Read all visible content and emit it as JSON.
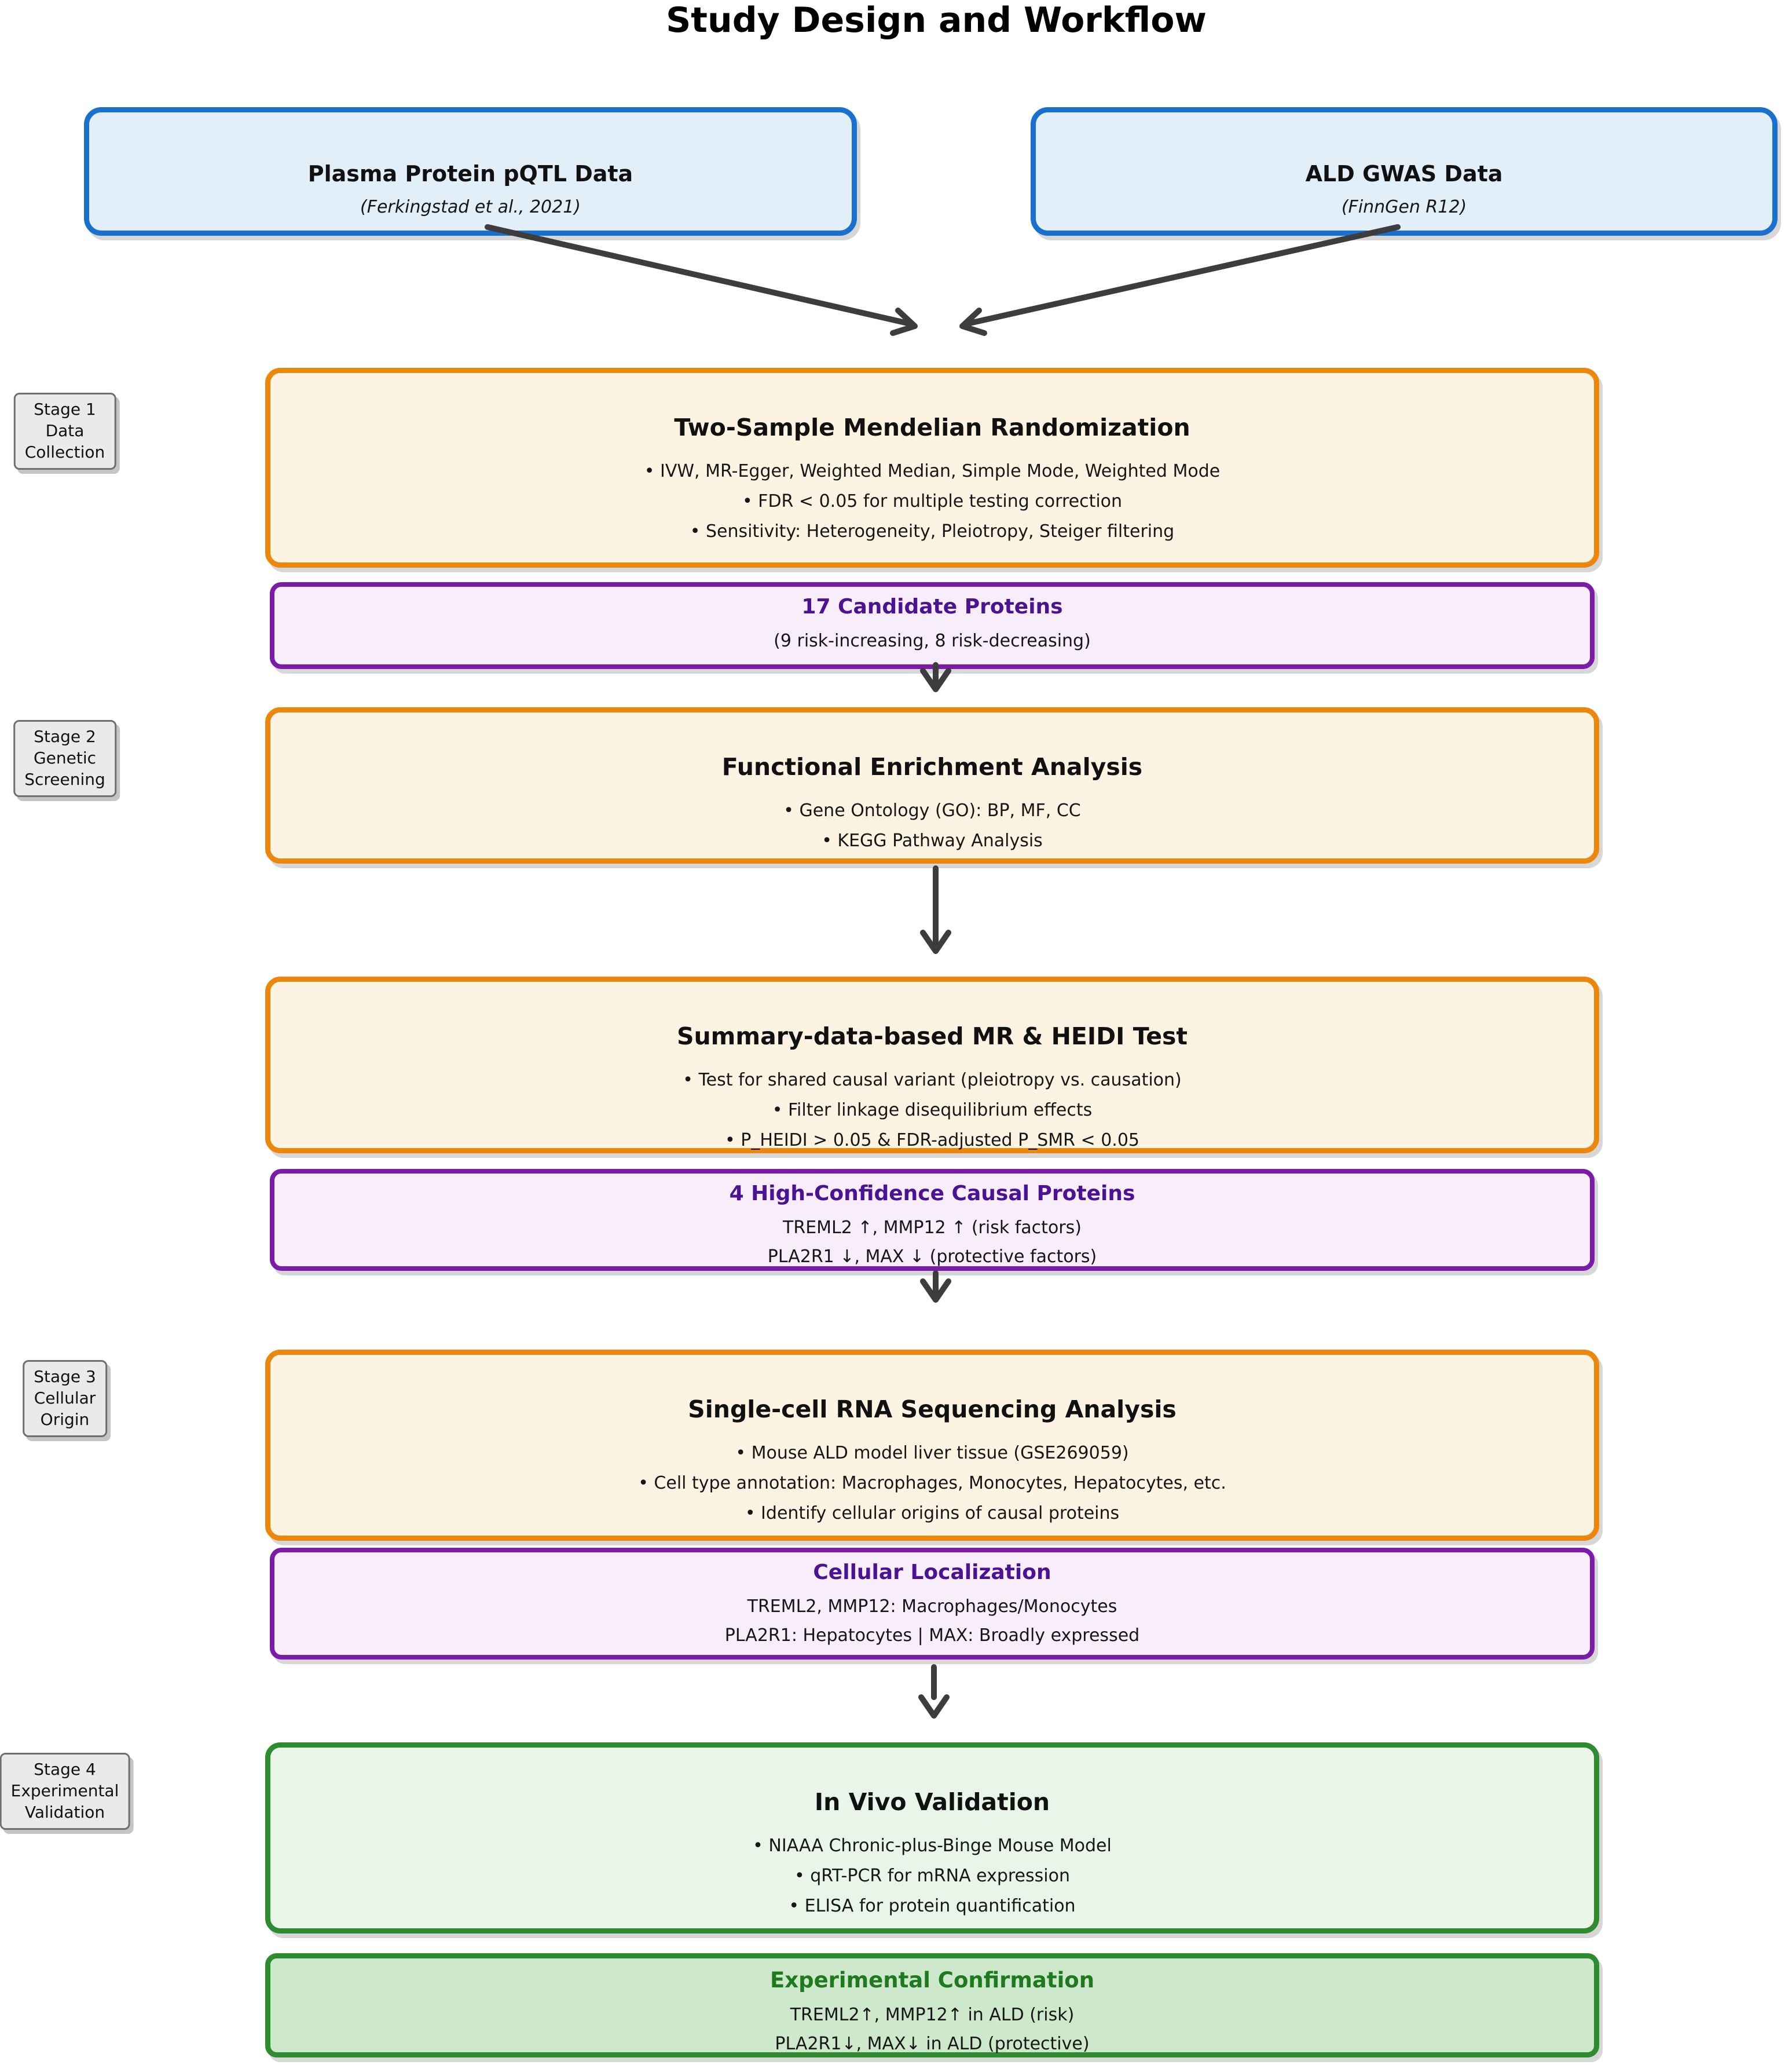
{
  "title": "Study Design and Workflow",
  "palette": {
    "blue_border": "#1a70cf",
    "blue_fill": "#e3eff8",
    "orange_border": "#ec870e",
    "orange_fill": "#fdf3e2",
    "purple_border": "#7a1ca8",
    "purple_fill": "#f7edfb",
    "purple_heading": "#4c1294",
    "green_border": "#2f8b30",
    "green_fill_light": "#e9f5e8",
    "green_fill_dark": "#cee8cb",
    "green_heading": "#1f7a1f",
    "stage_fill": "#eaeaea",
    "stage_border": "#6f6f6f",
    "arrow": "#3d3d3d",
    "text": "#141414"
  },
  "sources": {
    "pqtl": {
      "title": "Plasma Protein pQTL Data",
      "subtitle": "(Ferkingstad et al., 2021)"
    },
    "gwas": {
      "title": "ALD GWAS Data",
      "subtitle": "(FinnGen R12)"
    }
  },
  "stages": [
    {
      "lines": [
        "Stage 1",
        "Data",
        "Collection"
      ]
    },
    {
      "lines": [
        "Stage 2",
        "Genetic",
        "Screening"
      ]
    },
    {
      "lines": [
        "Stage 3",
        "Cellular",
        "Origin"
      ]
    },
    {
      "lines": [
        "Stage 4",
        "Experimental",
        "Validation"
      ]
    }
  ],
  "process": {
    "mr": {
      "title": "Two-Sample Mendelian Randomization",
      "bullets": [
        "• IVW, MR-Egger, Weighted Median, Simple Mode, Weighted Mode",
        "• FDR < 0.05 for multiple testing correction",
        "• Sensitivity: Heterogeneity, Pleiotropy, Steiger filtering"
      ]
    },
    "enrichment": {
      "title": "Functional Enrichment Analysis",
      "bullets": [
        "• Gene Ontology (GO): BP, MF, CC",
        "• KEGG Pathway Analysis"
      ]
    },
    "smr": {
      "title": "Summary-data-based MR & HEIDI Test",
      "bullets": [
        "• Test for shared causal variant (pleiotropy vs. causation)",
        "• Filter linkage disequilibrium effects",
        "• P_HEIDI > 0.05 & FDR-adjusted P_SMR < 0.05"
      ]
    },
    "scrna": {
      "title": "Single-cell RNA Sequencing Analysis",
      "bullets": [
        "• Mouse ALD model liver tissue (GSE269059)",
        "• Cell type annotation: Macrophages, Monocytes, Hepatocytes, etc.",
        "• Identify cellular origins of causal proteins"
      ]
    },
    "invivo": {
      "title": "In Vivo Validation",
      "bullets": [
        "• NIAAA Chronic-plus-Binge Mouse Model",
        "• qRT-PCR for mRNA expression",
        "• ELISA for protein quantification"
      ]
    }
  },
  "results": {
    "candidates": {
      "title": "17 Candidate Proteins",
      "lines": [
        "(9 risk-increasing, 8 risk-decreasing)"
      ]
    },
    "causal": {
      "title": "4 High-Confidence Causal Proteins",
      "lines": [
        "TREML2 ↑, MMP12 ↑ (risk factors)",
        "PLA2R1 ↓, MAX ↓ (protective factors)"
      ]
    },
    "localization": {
      "title": "Cellular Localization",
      "lines": [
        "TREML2, MMP12: Macrophages/Monocytes",
        "PLA2R1: Hepatocytes | MAX: Broadly expressed"
      ]
    },
    "confirmation": {
      "title": "Experimental Confirmation",
      "lines": [
        "TREML2↑, MMP12↑ in ALD (risk)",
        "PLA2R1↓, MAX↓ in ALD (protective)"
      ]
    }
  }
}
